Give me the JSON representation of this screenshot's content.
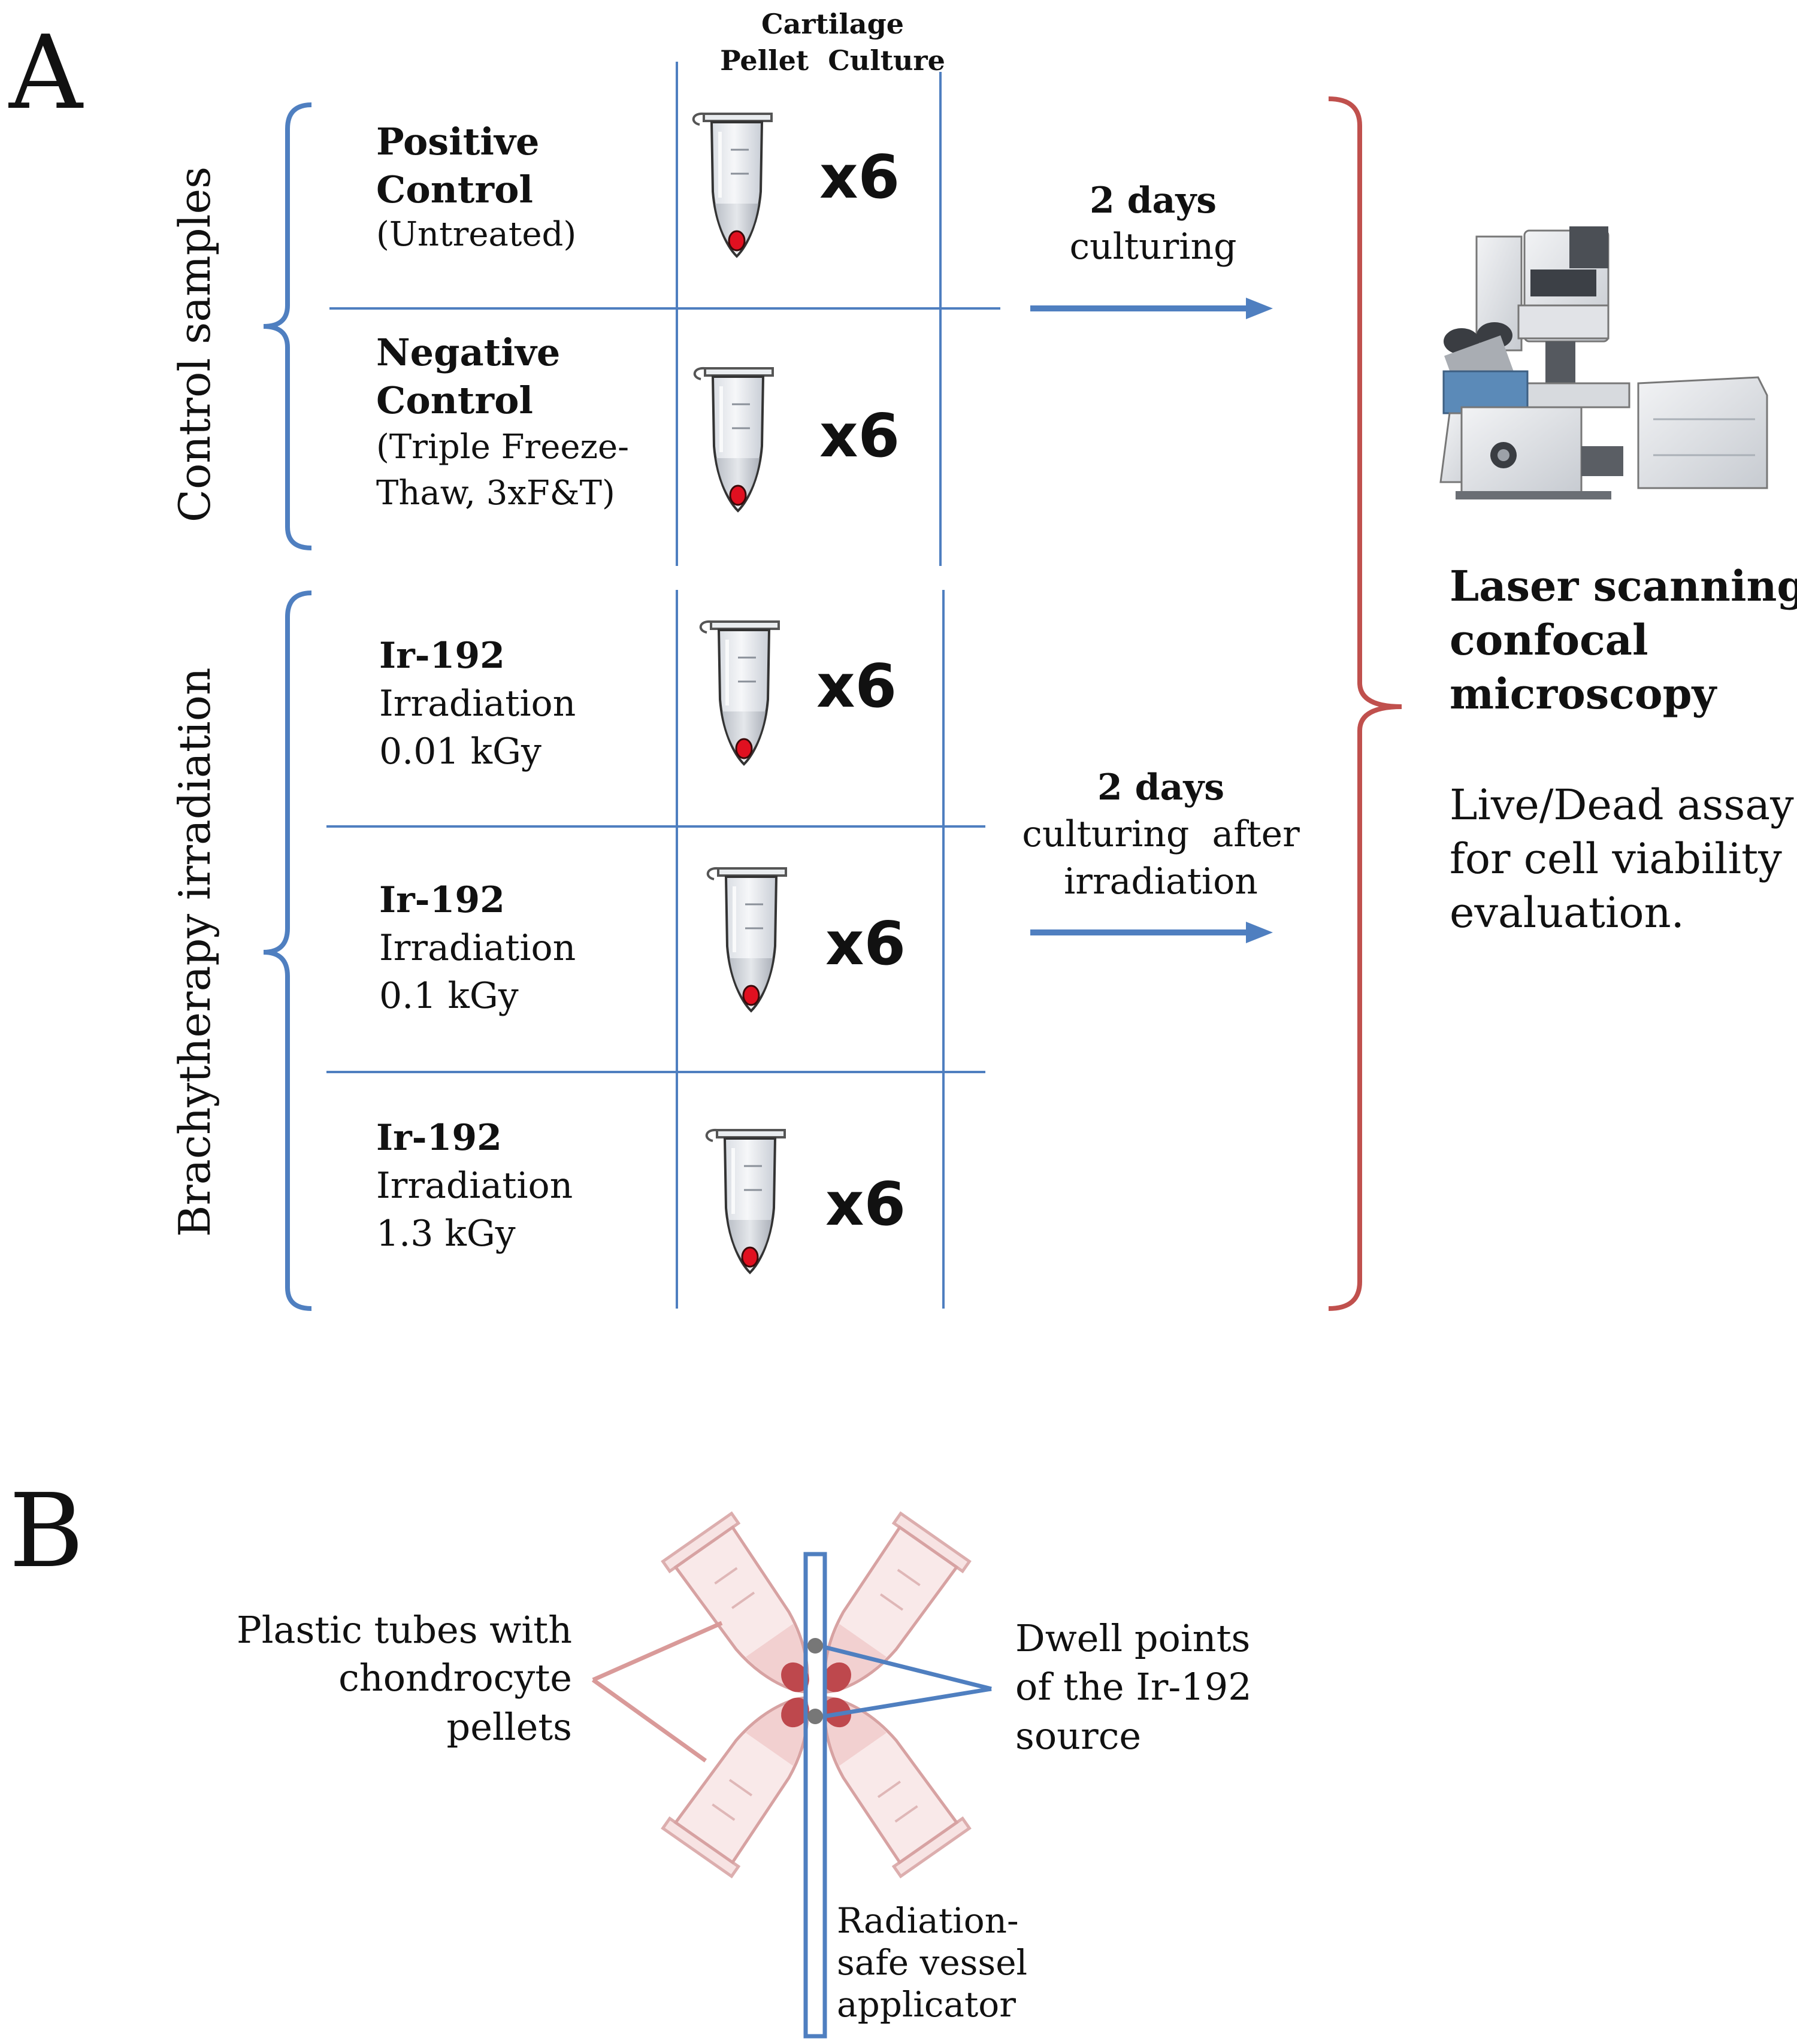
{
  "panel_a": {
    "letter": "A",
    "column_header": {
      "line1": "Cartilage",
      "line2": "Pellet  Culture"
    },
    "group_labels": {
      "control": "Control samples",
      "brachy": "Brachytherapy irradiation"
    },
    "rows": [
      {
        "title1": "Positive",
        "title2": "Control",
        "desc1": "(Untreated)",
        "desc2": "",
        "count": "x6"
      },
      {
        "title1": "Negative",
        "title2": "Control",
        "desc1": "(Triple Freeze-",
        "desc2": "Thaw, 3xF&T)",
        "count": "x6"
      },
      {
        "title1": "Ir-192",
        "title2": "",
        "desc1": "Irradiation",
        "desc2": "0.01 kGy",
        "count": "x6"
      },
      {
        "title1": "Ir-192",
        "title2": "",
        "desc1": "Irradiation",
        "desc2": "0.1 kGy",
        "count": "x6"
      },
      {
        "title1": "Ir-192",
        "title2": "",
        "desc1": "Irradiation",
        "desc2": "1.3 kGy",
        "count": "x6"
      }
    ],
    "arrow_top": {
      "line1": "2 days",
      "line2": "culturing"
    },
    "arrow_bottom": {
      "line1": "2 days",
      "line2": "culturing  after",
      "line3": "irradiation"
    },
    "result": {
      "title1": "Laser scanning",
      "title2": "confocal",
      "title3": "microscopy",
      "desc1": "Live/Dead assay",
      "desc2": "for cell viability",
      "desc3": "evaluation."
    }
  },
  "panel_b": {
    "letter": "B",
    "tubes_label": {
      "line1": "Plastic tubes with",
      "line2": "chondrocyte",
      "line3": "pellets"
    },
    "dwell_label": {
      "line1": "Dwell points",
      "line2": "of the Ir-192",
      "line3": "source"
    },
    "applicator_label": {
      "line1": "Radiation-",
      "line2": "safe vessel",
      "line3": "applicator"
    }
  },
  "colors": {
    "blue_line": "#4f7fc0",
    "red_bracket": "#c0504d",
    "pellet_red": "#e01020",
    "faded_tube": "#d9a6a6"
  }
}
